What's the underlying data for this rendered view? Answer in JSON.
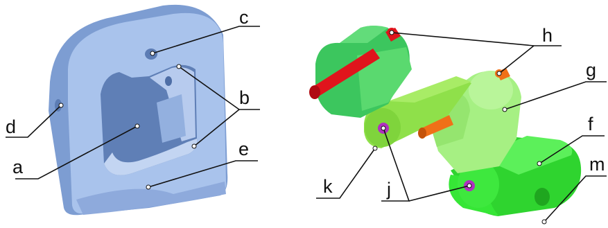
{
  "labels": {
    "a": "a",
    "b": "b",
    "c": "c",
    "d": "d",
    "e": "e",
    "f": "f",
    "g": "g",
    "h": "h",
    "j": "j",
    "k": "k",
    "m": "m"
  },
  "colors": {
    "part_face": "#a9c3ec",
    "part_side": "#7d9dd2",
    "part_dark": "#5f7fb6",
    "green_dark": "#3cc65e",
    "green_mid": "#5ad96f",
    "green_light": "#a6f083",
    "green_lime": "#8fe04a",
    "green_bright": "#36e636",
    "pin_red": "#e0141c",
    "pin_orange": "#f07018",
    "pin_magenta": "#b030c0"
  }
}
